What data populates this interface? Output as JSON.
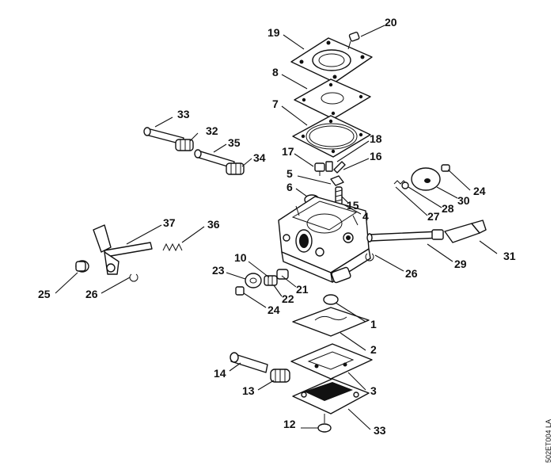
{
  "figure_code": "502ET004 LA",
  "callouts": [
    "19",
    "20",
    "8",
    "7",
    "18",
    "17",
    "16",
    "33",
    "32",
    "35",
    "34",
    "5",
    "6",
    "15",
    "4",
    "24",
    "30",
    "28",
    "27",
    "37",
    "36",
    "31",
    "29",
    "26",
    "10",
    "23",
    "21",
    "22",
    "24",
    "25",
    "26",
    "1",
    "2",
    "14",
    "13",
    "3",
    "12",
    "33"
  ]
}
